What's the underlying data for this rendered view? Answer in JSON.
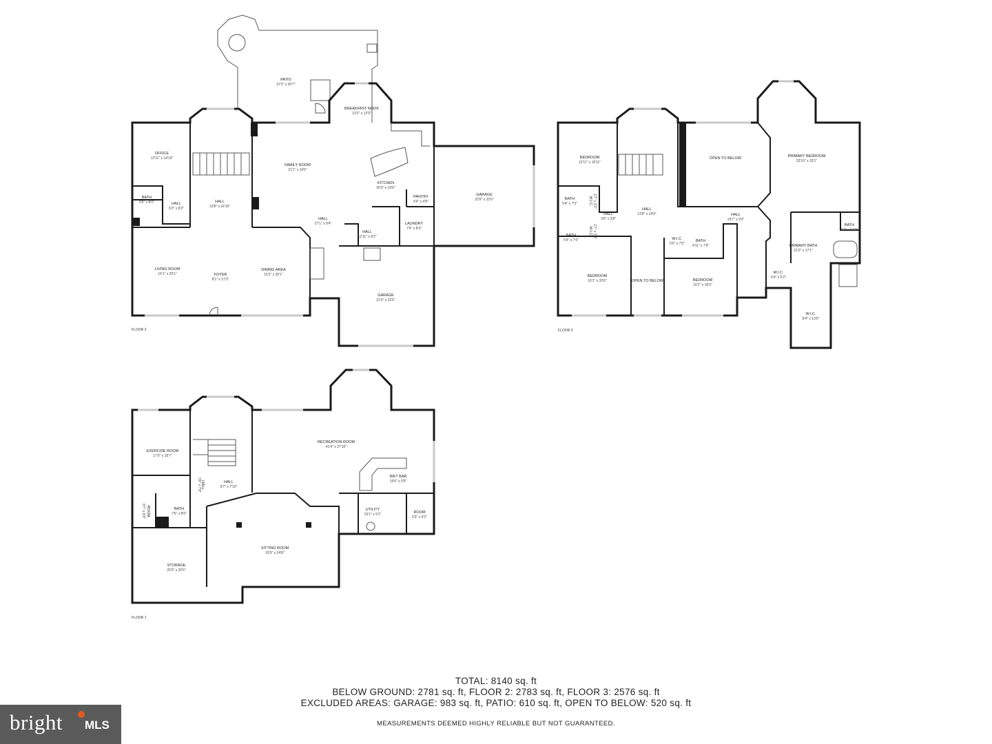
{
  "floor2": {
    "label": "FLOOR 2",
    "rooms": [
      {
        "name": "PATIO",
        "dim": "37'2\" x 20'7\""
      },
      {
        "name": "BREAKFAST NOOK",
        "dim": "13'2\" x 12'9\""
      },
      {
        "name": "OFFICE",
        "dim": "12'11\" x 14'10\""
      },
      {
        "name": "FAMILY ROOM",
        "dim": "21'1\" x 19'6\""
      },
      {
        "name": "KITCHEN",
        "dim": "20'3\" x 19'6\""
      },
      {
        "name": "GARAGE",
        "dim": "22'9\" x 22'6\""
      },
      {
        "name": "HALL",
        "dim": "13'8\" x 14'10\""
      },
      {
        "name": "BATH",
        "dim": "6'6\" x 8'0\""
      },
      {
        "name": "HALL",
        "dim": "6'2\" x 8'2\""
      },
      {
        "name": "PANTRY",
        "dim": "5'4\" x 4'8\""
      },
      {
        "name": "HALL",
        "dim": "27'1\" x 9'4\""
      },
      {
        "name": "LAUNDRY",
        "dim": "7'9\" x 8'3\""
      },
      {
        "name": "HALL",
        "dim": "12'11\" x 8'2\""
      },
      {
        "name": "LIVING ROOM",
        "dim": "16'1\" x 20'1\""
      },
      {
        "name": "FOYER",
        "dim": "8'1\" x 17'3\""
      },
      {
        "name": "DINING AREA",
        "dim": "16'2\" x 20'1\""
      },
      {
        "name": "GARAGE",
        "dim": "21'0\" x 22'6\""
      }
    ]
  },
  "floor3": {
    "label": "FLOOR 3",
    "rooms": [
      {
        "name": "BEDROOM",
        "dim": "12'11\" x 18'11\""
      },
      {
        "name": "OPEN TO BELOW",
        "dim": ""
      },
      {
        "name": "PRIMARY BEDROOM",
        "dim": "23'10\" x 33'1\""
      },
      {
        "name": "BATH",
        "dim": "5'4\" x 7'5\""
      },
      {
        "name": "HALL",
        "dim": "13'8\" x 14'9\""
      },
      {
        "name": "HALL",
        "dim": "3'9\" x 3'8\""
      },
      {
        "name": "HALL",
        "dim": "19'7\" x 9'2\""
      },
      {
        "name": "BATH",
        "dim": "4'2\" x 5'10\""
      },
      {
        "name": "BATH",
        "dim": "5'4\" x 7'6\""
      },
      {
        "name": "W.I.C.",
        "dim": "5'0\" x 7'5\""
      },
      {
        "name": "BATH",
        "dim": "4'11\" x 7'9\""
      },
      {
        "name": "PRIMARY BATH",
        "dim": "21'0\" x 17'1\""
      },
      {
        "name": "BEDROOM",
        "dim": "16'1\" x 20'6\""
      },
      {
        "name": "OPEN TO BELOW",
        "dim": ""
      },
      {
        "name": "BEDROOM",
        "dim": "16'2\" x 18'3\""
      },
      {
        "name": "W.I.C.",
        "dim": "5'4\" x 6'2\""
      },
      {
        "name": "W.I.C.",
        "dim": "8'4\" x 13'0\""
      },
      {
        "name": "W.I.C.",
        "dim": "2'7\" x 3'2\""
      },
      {
        "name": "W.I.C.",
        "dim": "2'7\" x 3'3\""
      }
    ]
  },
  "floor1": {
    "label": "FLOOR 1",
    "rooms": [
      {
        "name": "EXERCISE ROOM",
        "dim": "17'0\" x 18'7\""
      },
      {
        "name": "RECREATION ROOM",
        "dim": "41'4\" x 27'10\""
      },
      {
        "name": "WET BAR",
        "dim": "16'6\" x 9'5\""
      },
      {
        "name": "HALL",
        "dim": "9'7\" x 7'10\""
      },
      {
        "name": "HALL",
        "dim": "3'6\" x 7'8\""
      },
      {
        "name": "BATH",
        "dim": "7'6\" x 8'0\""
      },
      {
        "name": "ROOM",
        "dim": "8'7\" x 6'8\""
      },
      {
        "name": "UTILITY",
        "dim": "15'1\" x 9'1\""
      },
      {
        "name": "ROOM",
        "dim": "5'9\" x 9'2\""
      },
      {
        "name": "SITTING ROOM",
        "dim": "29'9\" x 24'8\""
      },
      {
        "name": "STORAGE",
        "dim": "25'0\" x 20'6\""
      }
    ]
  },
  "summary": {
    "total": "TOTAL: 8140 sq. ft",
    "areas": "BELOW GROUND: 2781 sq. ft, FLOOR 2: 2783 sq. ft, FLOOR 3: 2576 sq. ft",
    "excluded": "EXCLUDED AREAS: GARAGE: 983 sq. ft, PATIO: 610 sq. ft, OPEN TO BELOW: 520 sq. ft",
    "disclaimer": "MEASUREMENTS DEEMED HIGHLY RELIABLE BUT NOT GUARANTEED."
  },
  "logo": {
    "word": "bright",
    "suffix": "MLS",
    "accent": "#e05a1e",
    "background": "#5a5a5a"
  }
}
